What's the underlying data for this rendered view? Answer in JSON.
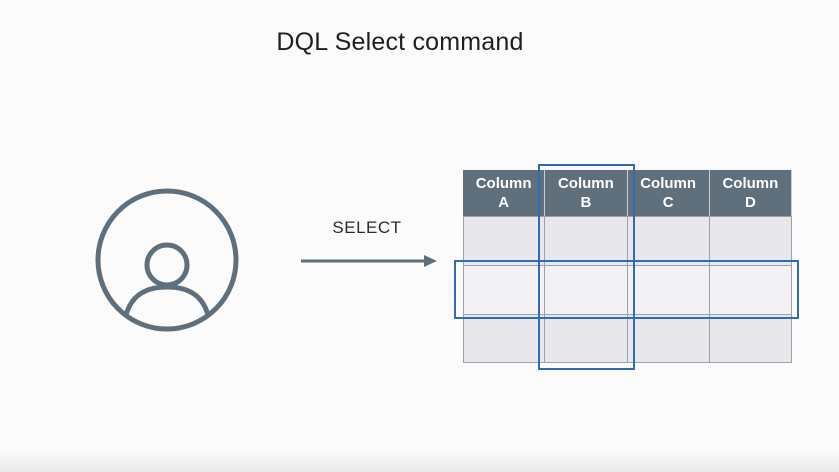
{
  "title": "DQL Select command",
  "arrow_label": "SELECT",
  "user_icon": "user-avatar-icon",
  "table": {
    "headers": [
      {
        "line1": "Column",
        "line2": "A"
      },
      {
        "line1": "Column",
        "line2": "B"
      },
      {
        "line1": "Column",
        "line2": "C"
      },
      {
        "line1": "Column",
        "line2": "D"
      }
    ],
    "rows": 3,
    "highlighted_column": "B",
    "highlighted_row": 2
  },
  "colors": {
    "header_bg": "#5f6f7b",
    "highlight": "#2e6db4",
    "icon": "#5f6f7b",
    "cell_bg": "#e8e8ec"
  }
}
